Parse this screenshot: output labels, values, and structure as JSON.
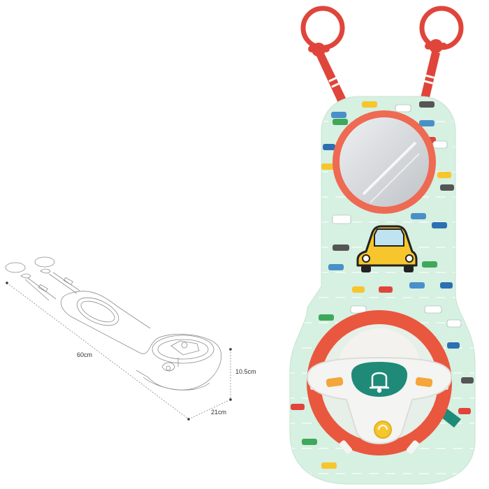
{
  "dimensions": {
    "length": "60cm",
    "height": "10.5cm",
    "width": "21cm"
  },
  "colors": {
    "board_green": "#d6f0e2",
    "dashed_lane": "#f6fbf8",
    "strap_red": "#e0453b",
    "ring_coral": "#ee6a52",
    "wheel_orange": "#e9573e",
    "hub_white": "#f4f4f2",
    "horn_teal": "#1f8a78",
    "button_yellow": "#f7c62c",
    "indicator_orange": "#f4a63a",
    "mirror_silver": "#d9dcdf",
    "sketch_line": "#8c8c8c"
  },
  "icons": {
    "horn": "bell-icon",
    "center_badge": "car-icon"
  }
}
